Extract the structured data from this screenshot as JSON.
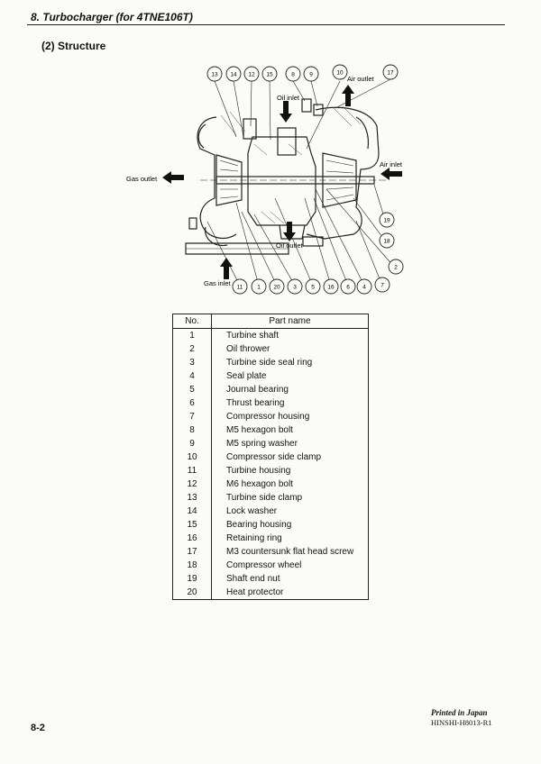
{
  "header": {
    "section_title": "8. Turbocharger (for 4TNE106T)"
  },
  "section": {
    "subtitle": "(2) Structure"
  },
  "diagram": {
    "labels": {
      "oil_inlet": "Oil inlet",
      "air_outlet": "Air outlet",
      "air_inlet": "Air inlet",
      "gas_outlet": "Gas outlet",
      "oil_outlet": "Oil outlet",
      "gas_inlet": "Gas inlet"
    },
    "callouts_top": [
      "13",
      "14",
      "12",
      "15",
      "8",
      "9",
      "10",
      "17"
    ],
    "callouts_bottom": [
      "11",
      "1",
      "20",
      "3",
      "5",
      "16",
      "6",
      "4",
      "7"
    ],
    "callouts_right": [
      "19",
      "18",
      "2"
    ]
  },
  "parts_table": {
    "headers": {
      "no": "No.",
      "name": "Part name"
    },
    "rows": [
      {
        "no": "1",
        "name": "Turbine shaft"
      },
      {
        "no": "2",
        "name": "Oil thrower"
      },
      {
        "no": "3",
        "name": "Turbine side seal ring"
      },
      {
        "no": "4",
        "name": "Seal plate"
      },
      {
        "no": "5",
        "name": "Journal bearing"
      },
      {
        "no": "6",
        "name": "Thrust bearing"
      },
      {
        "no": "7",
        "name": "Compressor housing"
      },
      {
        "no": "8",
        "name": "M5 hexagon bolt"
      },
      {
        "no": "9",
        "name": "M5 spring washer"
      },
      {
        "no": "10",
        "name": "Compressor side clamp"
      },
      {
        "no": "11",
        "name": "Turbine housing"
      },
      {
        "no": "12",
        "name": "M6 hexagon bolt"
      },
      {
        "no": "13",
        "name": "Turbine side clamp"
      },
      {
        "no": "14",
        "name": "Lock washer"
      },
      {
        "no": "15",
        "name": "Bearing housing"
      },
      {
        "no": "16",
        "name": "Retaining ring"
      },
      {
        "no": "17",
        "name": "M3 countersunk flat head screw"
      },
      {
        "no": "18",
        "name": "Compressor wheel"
      },
      {
        "no": "19",
        "name": "Shaft end nut"
      },
      {
        "no": "20",
        "name": "Heat protector"
      }
    ]
  },
  "footer": {
    "page_number": "8-2",
    "printed": "Printed in Japan",
    "doc_id": "HINSHI-H8013-R1"
  }
}
